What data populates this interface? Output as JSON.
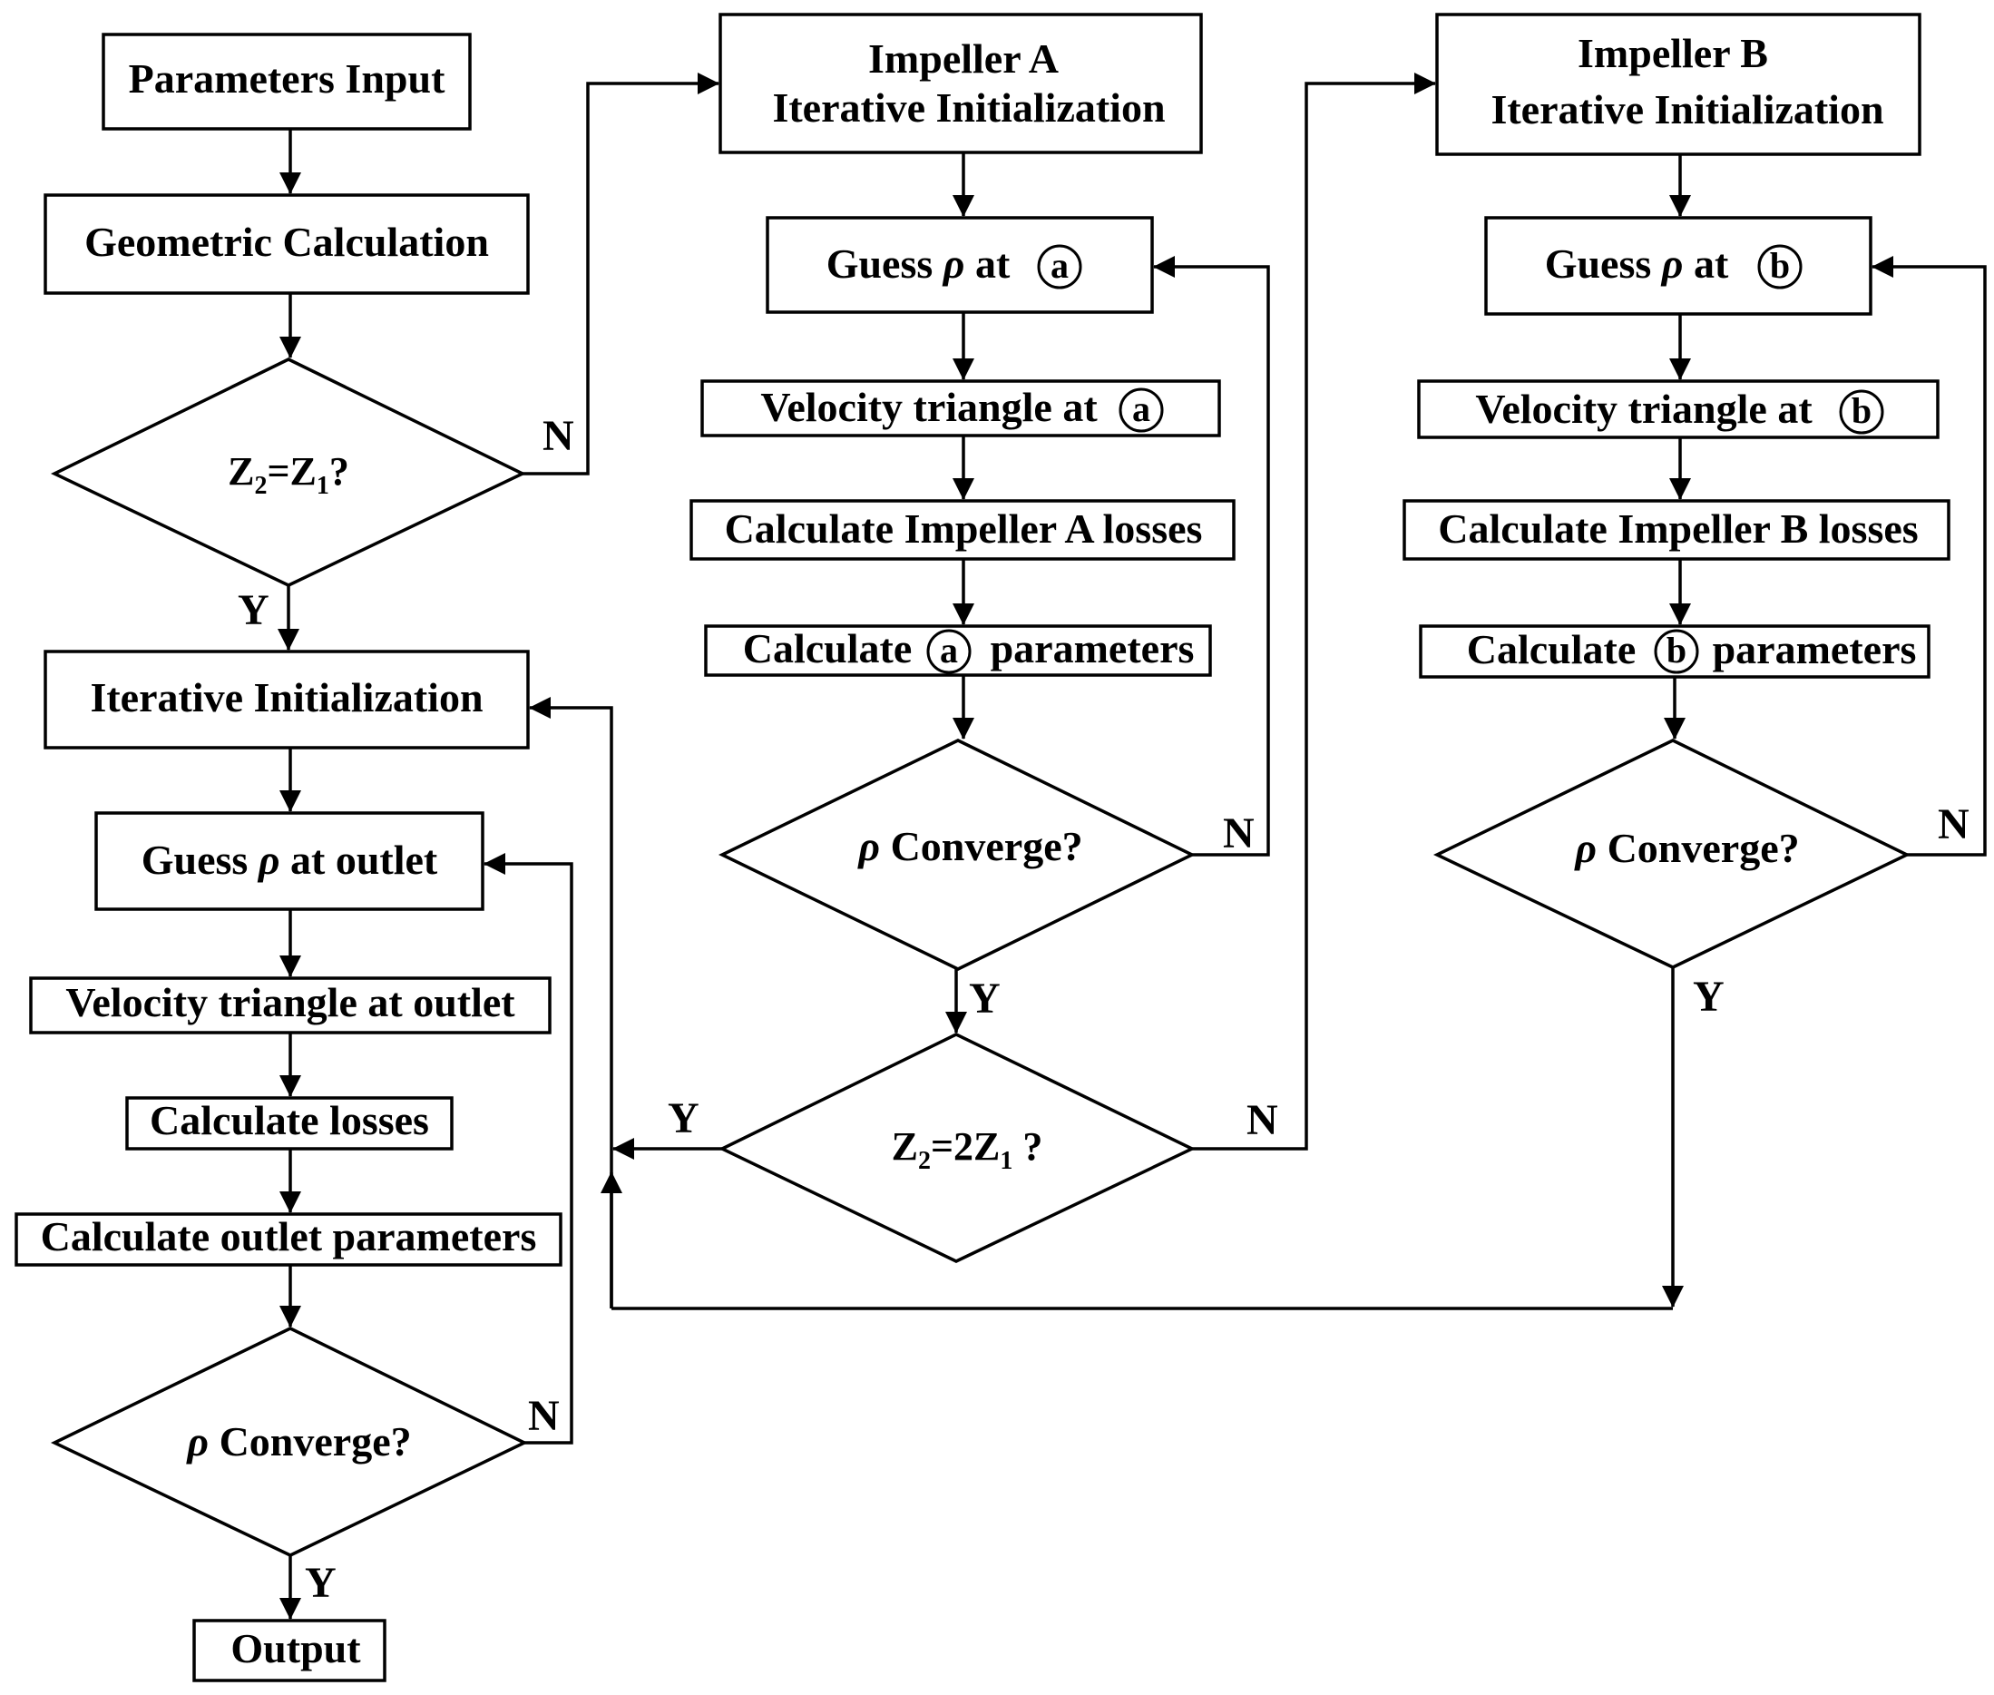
{
  "main_flow": {
    "parameters_input": "Parameters Input",
    "geometric_calculation": "Geometric Calculation",
    "decision_z2_eq_z1": "Z2=Z1?",
    "iterative_initialization": "Iterative Initialization",
    "guess_rho_outlet_prefix": "Guess",
    "guess_rho_outlet_symbol": "ρ",
    "guess_rho_outlet_suffix": "at outlet",
    "velocity_triangle_outlet": "Velocity triangle at outlet",
    "calculate_losses": "Calculate losses",
    "calculate_outlet_parameters": "Calculate outlet parameters",
    "rho_converge_symbol": "ρ",
    "rho_converge_text": "Converge?",
    "output": "Output"
  },
  "impeller_a": {
    "title_line1": "Impeller A",
    "title_line2": "Iterative Initialization",
    "guess_prefix": "Guess",
    "guess_symbol": "ρ",
    "guess_suffix": "at",
    "station": "a",
    "velocity_triangle": "Velocity triangle at",
    "calculate_losses": "Calculate Impeller A losses",
    "calculate_params_prefix": "Calculate",
    "calculate_params_suffix": "parameters",
    "rho_converge_symbol": "ρ",
    "rho_converge_text": "Converge?",
    "decision_z2_eq_2z1": "Z2=2Z1 ?"
  },
  "impeller_b": {
    "title_line1": "Impeller B",
    "title_line2": "Iterative Initialization",
    "guess_prefix": "Guess",
    "guess_symbol": "ρ",
    "guess_suffix": "at",
    "station": "b",
    "velocity_triangle": "Velocity triangle at",
    "calculate_losses": "Calculate Impeller B losses",
    "calculate_params_prefix": "Calculate",
    "calculate_params_suffix": "parameters",
    "rho_converge_symbol": "ρ",
    "rho_converge_text": "Converge?"
  },
  "labels": {
    "yes": "Y",
    "no": "N"
  }
}
